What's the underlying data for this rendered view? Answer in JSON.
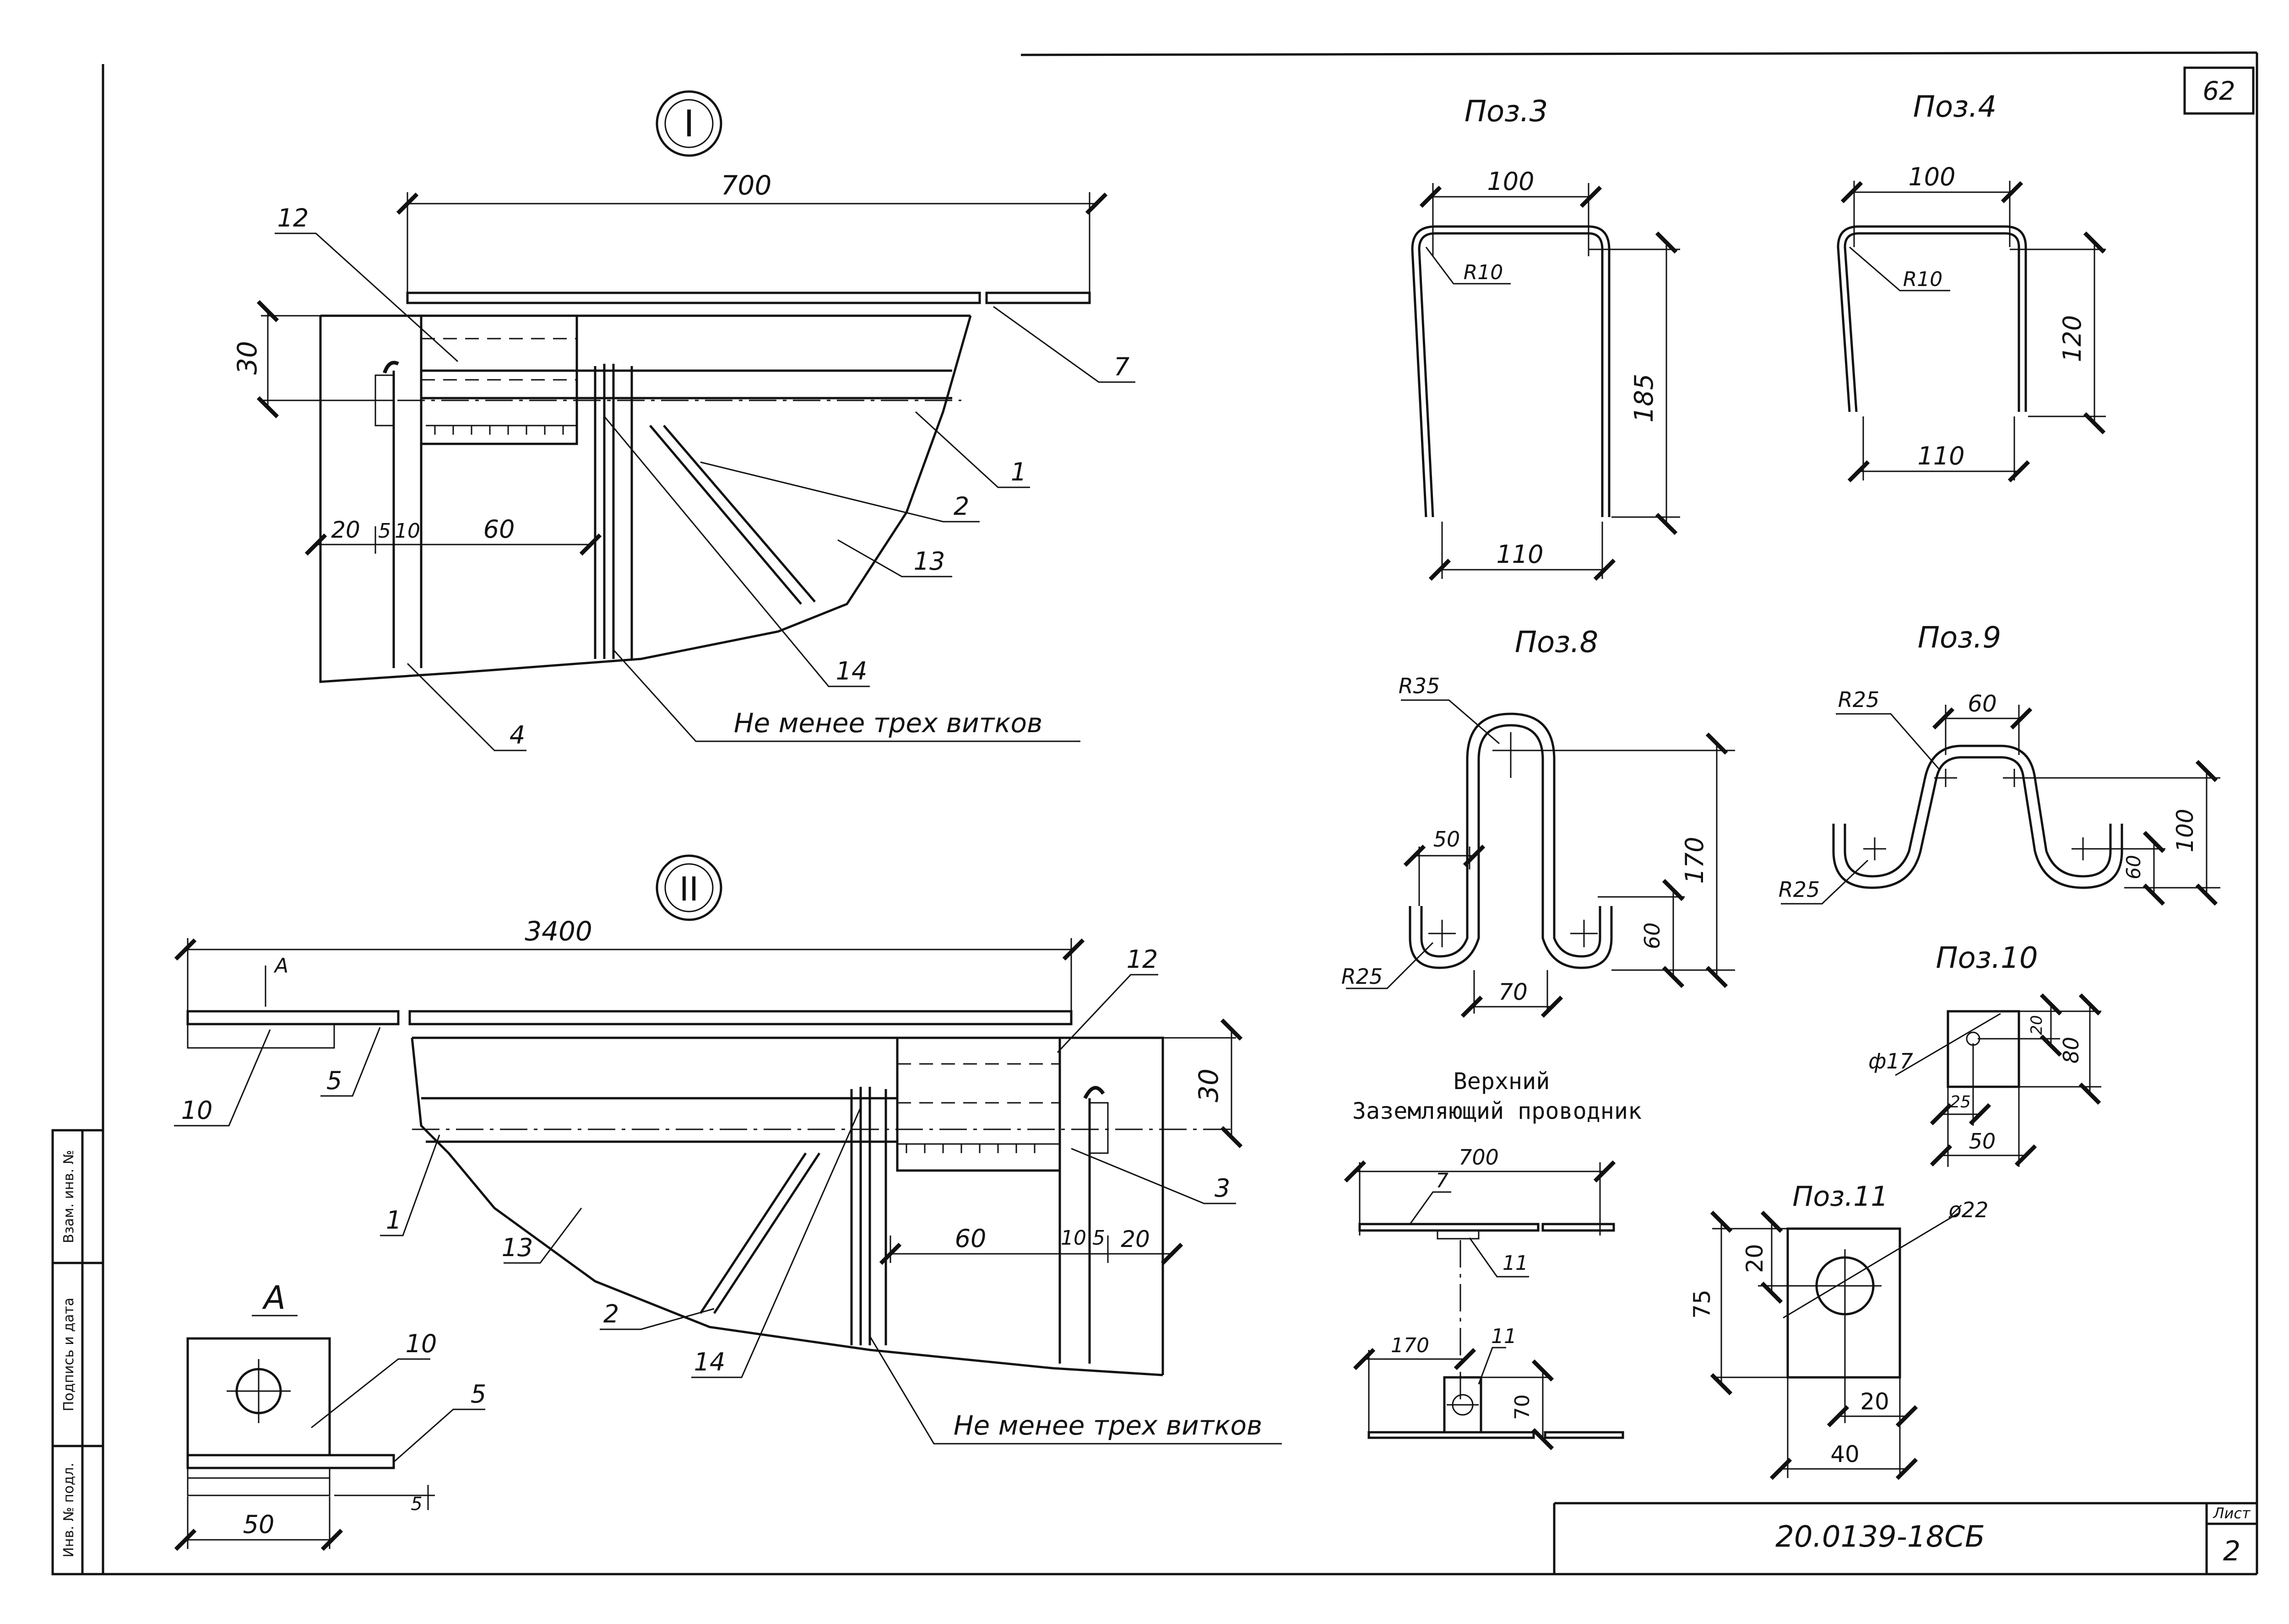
{
  "sheet": {
    "corner_number": "62",
    "drawing_code": "20.0139-18СБ",
    "sheet_label": "Лист",
    "sheet_number": "2",
    "side_stamp": [
      "Инв. № подл.",
      "Подпись и дата",
      "Взам. инв. №"
    ]
  },
  "view1": {
    "marker": "I",
    "dims": {
      "length": "700",
      "height": "30",
      "d20": "20",
      "d5": "5",
      "d10": "10",
      "d60": "60"
    },
    "leaders": {
      "p12": "12",
      "p7": "7",
      "p1": "1",
      "p2": "2",
      "p13": "13",
      "p14": "14",
      "p4": "4"
    },
    "note": "Не менее трех витков"
  },
  "view2": {
    "marker": "II",
    "dims": {
      "length": "3400",
      "height": "30",
      "d60": "60",
      "d10": "10",
      "d5": "5",
      "d20": "20"
    },
    "section_mark": "А",
    "leaders": {
      "p12": "12",
      "p10": "10",
      "p5": "5",
      "p1": "1",
      "p3": "3",
      "p13": "13",
      "p2": "2",
      "p14": "14"
    },
    "note": "Не менее трех витков"
  },
  "viewA": {
    "title": "А",
    "dims": {
      "width": "50",
      "thick": "5"
    },
    "leaders": {
      "p10": "10",
      "p5": "5"
    }
  },
  "poz3": {
    "title": "Поз.3",
    "dims": {
      "top": "100",
      "bottom": "110",
      "height": "185",
      "radius": "R10"
    }
  },
  "poz4": {
    "title": "Поз.4",
    "dims": {
      "top": "100",
      "bottom": "110",
      "height": "120",
      "radius": "R10"
    }
  },
  "poz8": {
    "title": "Поз.8",
    "dims": {
      "r35": "R35",
      "r25": "R25",
      "w50": "50",
      "w70": "70",
      "h170": "170",
      "h60": "60"
    }
  },
  "poz9": {
    "title": "Поз.9",
    "dims": {
      "r25a": "R25",
      "r25b": "R25",
      "w60": "60",
      "h100": "100",
      "h60": "60"
    }
  },
  "poz10": {
    "title": "Поз.10",
    "dims": {
      "hole": "ф17",
      "w50": "50",
      "w25": "25",
      "h80": "80",
      "h20": "20"
    }
  },
  "poz11": {
    "title": "Поз.11",
    "dims": {
      "hole": "ø22",
      "h75": "75",
      "h20": "20",
      "w20": "20",
      "w40": "40"
    }
  },
  "conductor": {
    "title_line1": "Верхний",
    "title_line2": "Заземляющий проводник",
    "dims": {
      "length": "700",
      "d170": "170",
      "d70": "70"
    },
    "leaders": {
      "p7": "7",
      "p11a": "11",
      "p11b": "11"
    }
  }
}
